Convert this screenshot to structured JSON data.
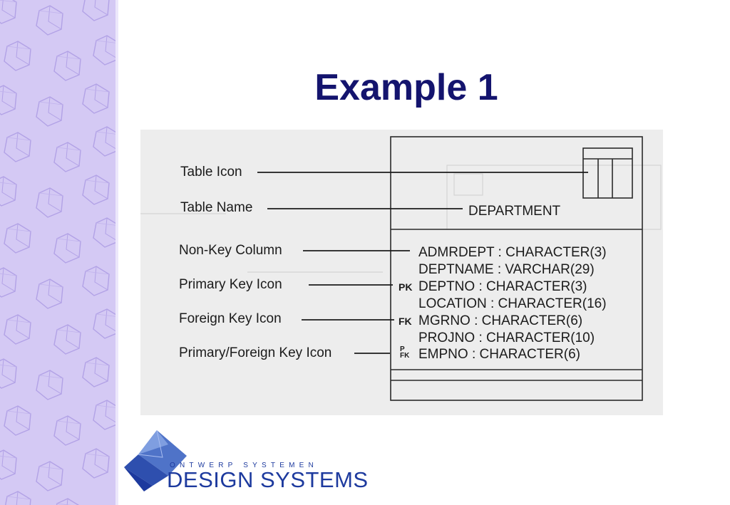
{
  "title": "Example 1",
  "diagram": {
    "labels": [
      {
        "text": "Table Icon"
      },
      {
        "text": "Table Name"
      },
      {
        "text": "Non-Key Column"
      },
      {
        "text": "Primary Key Icon"
      },
      {
        "text": "Foreign Key Icon"
      },
      {
        "text": "Primary/Foreign Key Icon"
      }
    ],
    "table_name": "DEPARTMENT",
    "columns": [
      {
        "text": "ADMRDEPT : CHARACTER(3)",
        "icon": ""
      },
      {
        "text": "DEPTNAME : VARCHAR(29)",
        "icon": ""
      },
      {
        "text": "DEPTNO : CHARACTER(3)",
        "icon": "PK"
      },
      {
        "text": "LOCATION : CHARACTER(16)",
        "icon": ""
      },
      {
        "text": "MGRNO : CHARACTER(6)",
        "icon": "FK"
      },
      {
        "text": "PROJNO : CHARACTER(10)",
        "icon": ""
      },
      {
        "text": "EMPNO : CHARACTER(6)",
        "icon_top": "P",
        "icon_bottom": "FK"
      }
    ]
  },
  "logo": {
    "top_line": "ONTWERP SYSTEMEN",
    "main_text": "DESIGN SYSTEMS",
    "color": "#1d3a9e"
  },
  "colors": {
    "title": "#14146e",
    "sidebar": "#d4c9f4"
  }
}
